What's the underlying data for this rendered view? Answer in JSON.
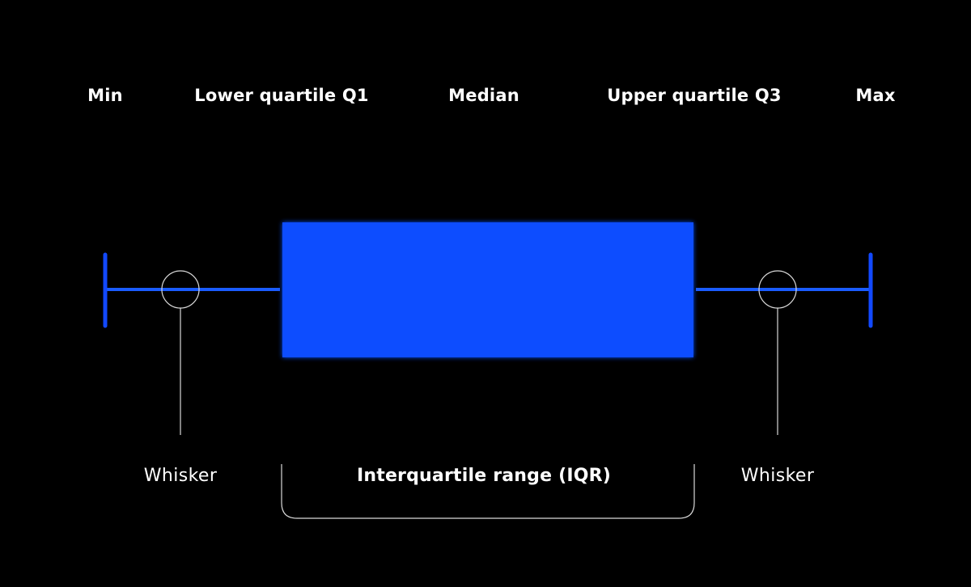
{
  "labels": {
    "min": "Min",
    "q1": "Lower quartile Q1",
    "median": "Median",
    "q3": "Upper quartile Q3",
    "max": "Max"
  },
  "annotations": {
    "left_whisker": "Whisker",
    "iqr": "Interquartile range (IQR)",
    "right_whisker": "Whisker"
  },
  "colors": {
    "background": "#000000",
    "box_fill": "#0a4dff",
    "whisker_line": "#1a5cff",
    "min_marker": "#1249ff",
    "min_glow": "#10c070",
    "q1_marker": "#5ef0e8",
    "median_marker": "#b422ff",
    "q3_marker": "#ff4d6d",
    "max_marker": "#1249ff",
    "max_glow": "#10c070",
    "annotation_line": "#d9d9d9",
    "text": "#ffffff"
  }
}
